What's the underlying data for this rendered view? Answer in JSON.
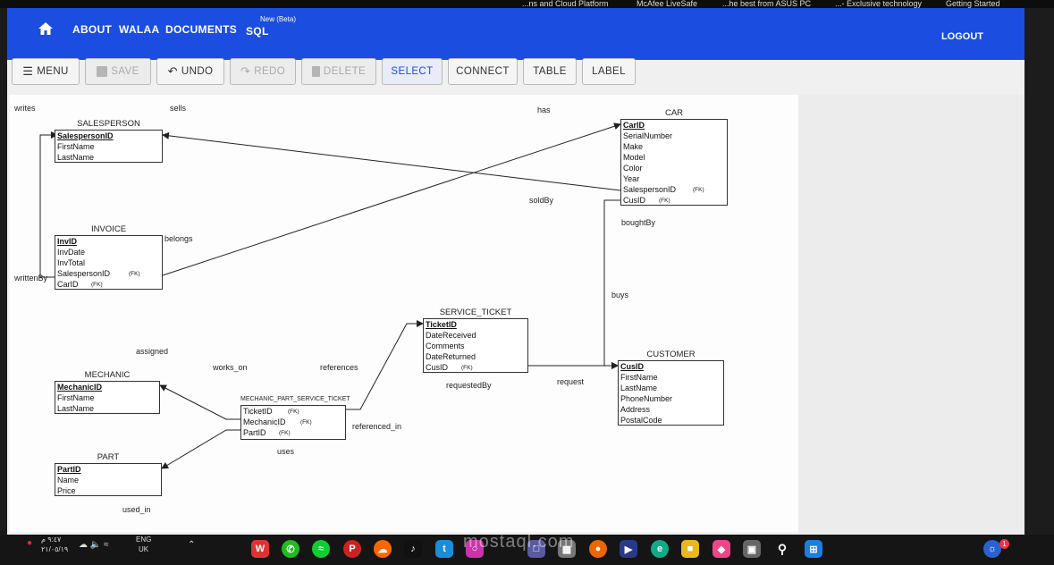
{
  "top_strip": {
    "items": [
      "...ns and Cloud Platform",
      "McAfee LiveSafe",
      "...he best from ASUS PC",
      "...- Exclusive technology",
      "Getting Started"
    ]
  },
  "nav": {
    "links": [
      "ABOUT",
      "WALAA",
      "DOCUMENTS",
      "SQL"
    ],
    "sql_badge": "New (Beta)",
    "logout": "LOGOUT",
    "brand_color": "#1a4de0"
  },
  "toolbar": {
    "menu": "MENU",
    "save": "SAVE",
    "undo": "UNDO",
    "redo": "REDO",
    "delete": "DELETE",
    "select": "SELECT",
    "connect": "CONNECT",
    "table": "TABLE",
    "label": "LABEL"
  },
  "diagram": {
    "labels": {
      "writes": "writes",
      "sells": "sells",
      "has": "has",
      "soldBy": "soldBy",
      "boughtBy": "boughtBy",
      "belongs": "belongs",
      "writtenBy": "writtenBy",
      "buys": "buys",
      "assigned": "assigned",
      "works_on": "works_on",
      "references": "references",
      "request": "request",
      "requestedBy": "requestedBy",
      "referenced_in": "referenced_in",
      "uses": "uses",
      "used_in": "used_in"
    },
    "fk_tag": "(FK)",
    "entities": {
      "salesperson": {
        "title": "SALESPERSON",
        "attrs": [
          "SalespersonID",
          "FirstName",
          "LastName"
        ]
      },
      "car": {
        "title": "CAR",
        "attrs": [
          "CarID",
          "SerialNumber",
          "Make",
          "Model",
          "Color",
          "Year",
          "SalespersonID",
          "CusID"
        ]
      },
      "invoice": {
        "title": "INVOICE",
        "attrs": [
          "InvID",
          "InvDate",
          "InvTotal",
          "SalespersonID",
          "CarID"
        ]
      },
      "service_ticket": {
        "title": "SERVICE_TICKET",
        "attrs": [
          "TicketID",
          "DateReceived",
          "Comments",
          "DateReturned",
          "CusID"
        ]
      },
      "customer": {
        "title": "CUSTOMER",
        "attrs": [
          "CusID",
          "FirstName",
          "LastName",
          "PhoneNumber",
          "Address",
          "PostalCode"
        ]
      },
      "mechanic": {
        "title": "MECHANIC",
        "attrs": [
          "MechanicID",
          "FirstName",
          "LastName"
        ]
      },
      "mpst": {
        "title": "MECHANIC_PART_SERVICE_TICKET",
        "attrs": [
          "TicketID",
          "MechanicID",
          "PartID"
        ]
      },
      "part": {
        "title": "PART",
        "attrs": [
          "PartID",
          "Name",
          "Price"
        ]
      }
    }
  },
  "taskbar": {
    "time": "٩:٤٧ م",
    "date": "٢١/٠٥/١٩",
    "lang_top": "ENG",
    "lang_bottom": "UK",
    "notification_count": "1",
    "watermark": "mostaql.com"
  }
}
